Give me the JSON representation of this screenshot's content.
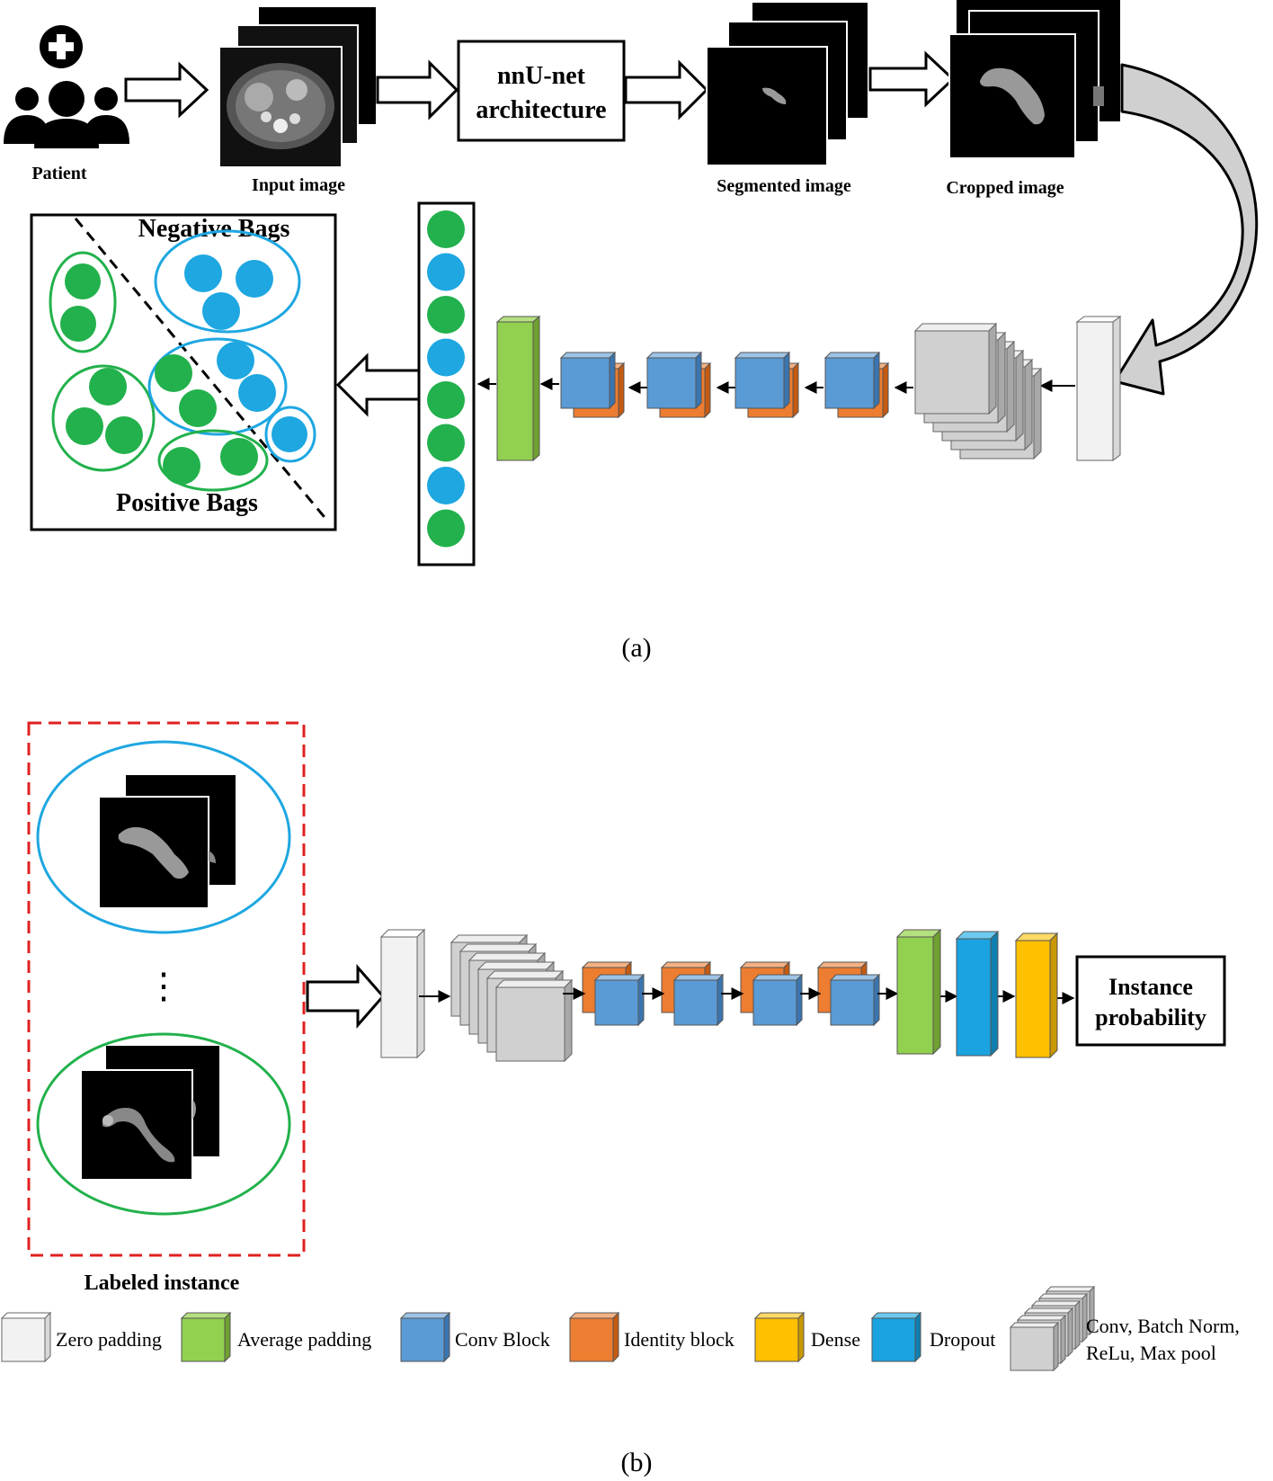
{
  "panel_a": {
    "patient_label": "Patient",
    "input_label": "Input image",
    "nnunet_line1": "nnU-net",
    "nnunet_line2": "architecture",
    "segmented_label": "Segmented image",
    "cropped_label": "Cropped image",
    "negative_bags": "Negative Bags",
    "positive_bags": "Positive Bags",
    "caption": "(a)",
    "instance_dots": [
      "green",
      "blue",
      "green",
      "blue",
      "green",
      "green",
      "blue",
      "green"
    ]
  },
  "panel_b": {
    "labeled_instance": "Labeled instance",
    "ellipsis": "⋮",
    "output_line1": "Instance",
    "output_line2": "probability",
    "caption": "(b)"
  },
  "legend": {
    "zero_padding": "Zero padding",
    "average_padding": "Average padding",
    "conv_block": "Conv Block",
    "identity_block": "Identity block",
    "dense": "Dense",
    "dropout": "Dropout",
    "conv_bn_line1": "Conv, Batch Norm,",
    "conv_bn_line2": "ReLu, Max pool"
  },
  "colors": {
    "green": "#22b14c",
    "blue": "#1ea7e1",
    "conv_blue": "#5b9bd5",
    "identity_orange": "#ed7d31",
    "dense_yellow": "#ffc000",
    "dropout_blue": "#1aa3e0",
    "avg_green": "#92d050",
    "zero_white": "#f2f2f2",
    "gray": "#d0d0d0",
    "dashed_red": "#e02020"
  }
}
